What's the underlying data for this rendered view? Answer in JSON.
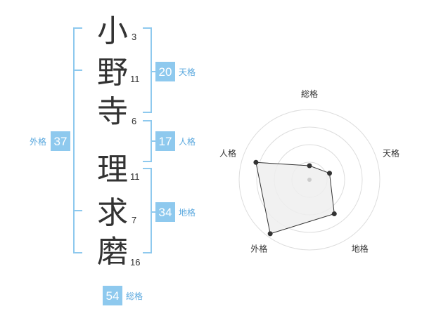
{
  "name_chars": [
    {
      "char": "小",
      "strokes": "3"
    },
    {
      "char": "野",
      "strokes": "11"
    },
    {
      "char": "寺",
      "strokes": "6"
    },
    {
      "char": "理",
      "strokes": "11"
    },
    {
      "char": "求",
      "strokes": "7"
    },
    {
      "char": "磨",
      "strokes": "16"
    }
  ],
  "kaku": {
    "tenkaku": {
      "value": "20",
      "label": "天格"
    },
    "jinkaku": {
      "value": "17",
      "label": "人格"
    },
    "chikaku": {
      "value": "34",
      "label": "地格"
    },
    "gaikaku": {
      "value": "37",
      "label": "外格"
    },
    "soukaku": {
      "value": "54",
      "label": "総格"
    }
  },
  "colors": {
    "accent": "#8ec9ee",
    "accent_text": "#5aa8de",
    "text": "#333333",
    "ring": "#dddddd",
    "fill": "#eeeeee"
  },
  "chart_data": {
    "type": "radar",
    "axes": [
      "総格",
      "天格",
      "地格",
      "外格",
      "人格"
    ],
    "rings": 4,
    "values": [
      0.2,
      0.3,
      0.6,
      0.95,
      0.8
    ]
  }
}
